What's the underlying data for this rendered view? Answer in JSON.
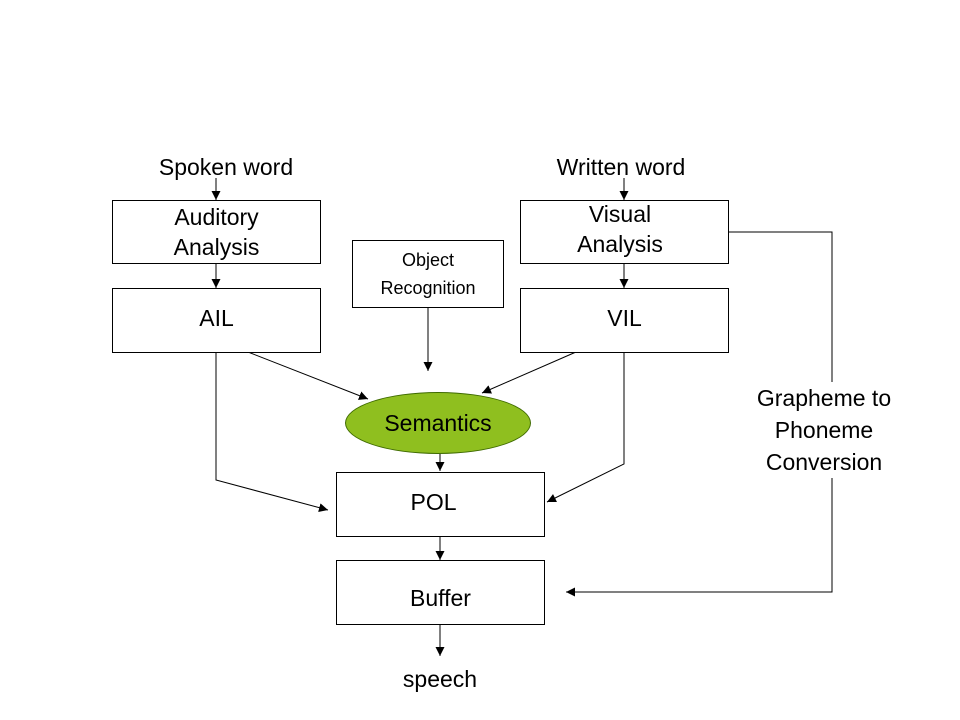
{
  "labels": {
    "spoken_word": "Spoken word",
    "written_word": "Written word",
    "speech": "speech",
    "grapheme_conversion": "Grapheme to Phoneme Conversion"
  },
  "nodes": {
    "auditory_analysis": "Auditory Analysis",
    "visual_analysis": "Visual Analysis",
    "object_recognition": "Object Recognition",
    "ail": "AIL",
    "vil": "VIL",
    "semantics": "Semantics",
    "pol": "POL",
    "buffer": "Buffer"
  },
  "colors": {
    "semantics_fill": "#8fbf1f",
    "line": "#000000",
    "background": "#ffffff"
  }
}
